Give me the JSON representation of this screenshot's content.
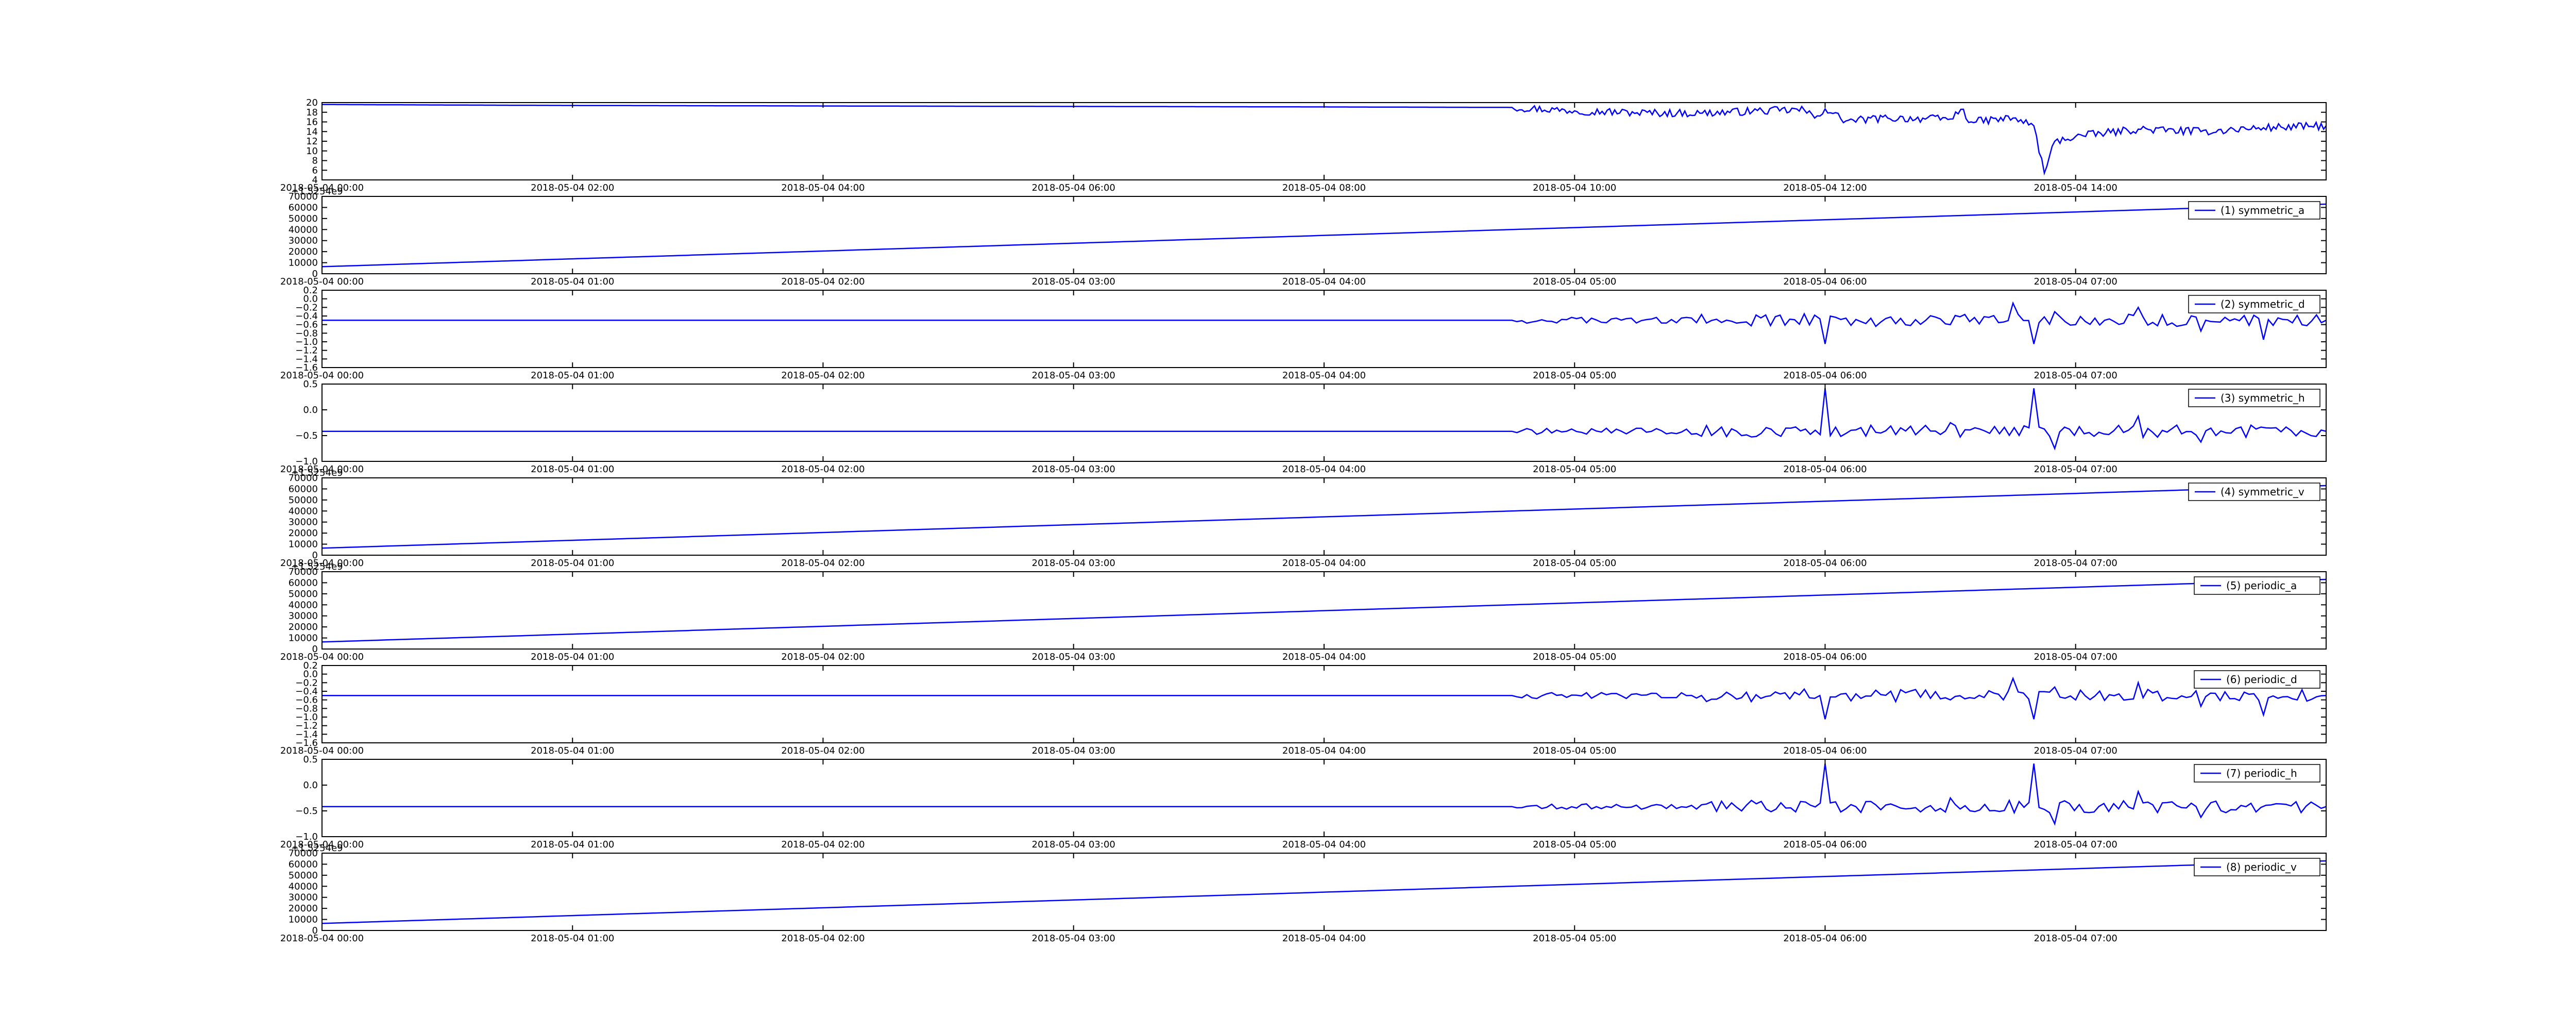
{
  "figure": {
    "line_color": "#0000ff",
    "axis_color": "#000000",
    "background": "#ffffff"
  },
  "chart_data": [
    {
      "type": "line",
      "title": "",
      "xlabel": "",
      "ylabel": "",
      "legend": "",
      "xlim": [
        "2018-05-04 00:00",
        "2018-05-04 16:00"
      ],
      "ylim": [
        4,
        20
      ],
      "x_ticks": [
        "2018-05-04 00:00",
        "2018-05-04 02:00",
        "2018-05-04 04:00",
        "2018-05-04 06:00",
        "2018-05-04 08:00",
        "2018-05-04 10:00",
        "2018-05-04 12:00",
        "2018-05-04 14:00"
      ],
      "y_ticks": [
        "4",
        "6",
        "8",
        "10",
        "12",
        "14",
        "16",
        "18",
        "20"
      ],
      "series": [
        {
          "x": [
            "2018-05-04 00:00",
            "2018-05-04 02:00",
            "2018-05-04 04:00",
            "2018-05-04 06:00",
            "2018-05-04 08:00",
            "2018-05-04 09:30",
            "2018-05-04 10:00",
            "2018-05-04 10:30",
            "2018-05-04 11:00",
            "2018-05-04 11:30",
            "2018-05-04 11:50",
            "2018-05-04 11:55",
            "2018-05-04 12:00",
            "2018-05-04 12:10",
            "2018-05-04 12:30",
            "2018-05-04 13:00",
            "2018-05-04 13:05",
            "2018-05-04 13:10",
            "2018-05-04 13:30",
            "2018-05-04 13:40",
            "2018-05-04 13:45",
            "2018-05-04 13:50",
            "2018-05-04 14:00",
            "2018-05-04 14:30",
            "2018-05-04 15:00",
            "2018-05-04 15:30",
            "2018-05-04 16:00"
          ],
          "values": [
            19.6,
            19.4,
            19.3,
            19.2,
            19.1,
            19.0,
            18.3,
            17.9,
            17.8,
            18.3,
            18.5,
            16.8,
            18.7,
            16.2,
            16.8,
            16.6,
            18.6,
            16.0,
            16.8,
            15.2,
            5.4,
            12.0,
            13.0,
            14.5,
            14.0,
            14.8,
            15.2
          ]
        }
      ]
    },
    {
      "type": "line",
      "title": "",
      "xlabel": "",
      "ylabel": "",
      "offset_label": "+1.5254e9",
      "legend": "(1) symmetric_a",
      "xlim": [
        "2018-05-04 00:00",
        "2018-05-04 08:00"
      ],
      "ylim": [
        0,
        70000
      ],
      "x_ticks": [
        "2018-05-04 00:00",
        "2018-05-04 01:00",
        "2018-05-04 02:00",
        "2018-05-04 03:00",
        "2018-05-04 04:00",
        "2018-05-04 05:00",
        "2018-05-04 06:00",
        "2018-05-04 07:00"
      ],
      "y_ticks": [
        "0",
        "10000",
        "20000",
        "30000",
        "40000",
        "50000",
        "60000",
        "70000"
      ],
      "series": [
        {
          "x": [
            "2018-05-04 00:00",
            "2018-05-04 08:00"
          ],
          "values": [
            6400,
            63000
          ]
        }
      ]
    },
    {
      "type": "line",
      "title": "",
      "xlabel": "",
      "ylabel": "",
      "legend": "(2) symmetric_d",
      "xlim": [
        "2018-05-04 00:00",
        "2018-05-04 08:00"
      ],
      "ylim": [
        -1.6,
        0.2
      ],
      "x_ticks": [
        "2018-05-04 00:00",
        "2018-05-04 01:00",
        "2018-05-04 02:00",
        "2018-05-04 03:00",
        "2018-05-04 04:00",
        "2018-05-04 05:00",
        "2018-05-04 06:00",
        "2018-05-04 07:00"
      ],
      "y_ticks": [
        "−1.6",
        "−1.4",
        "−1.2",
        "−1.0",
        "−0.8",
        "−0.6",
        "−0.4",
        "−0.2",
        "0.0",
        "0.2"
      ],
      "series": [
        {
          "x": [
            "2018-05-04 00:00",
            "2018-05-04 04:45",
            "2018-05-04 05:10",
            "2018-05-04 05:40",
            "2018-05-04 05:55",
            "2018-05-04 06:00",
            "2018-05-04 06:05",
            "2018-05-04 06:30",
            "2018-05-04 06:45",
            "2018-05-04 06:50",
            "2018-05-04 06:55",
            "2018-05-04 07:00",
            "2018-05-04 07:15",
            "2018-05-04 07:30",
            "2018-05-04 07:45",
            "2018-05-04 08:00"
          ],
          "values": [
            -0.5,
            -0.5,
            -0.45,
            -0.55,
            -0.35,
            -1.05,
            -0.45,
            -0.6,
            -0.1,
            -1.05,
            -0.3,
            -0.6,
            -0.2,
            -0.75,
            -0.95,
            -0.5
          ]
        }
      ]
    },
    {
      "type": "line",
      "title": "",
      "xlabel": "",
      "ylabel": "",
      "legend": "(3) symmetric_h",
      "xlim": [
        "2018-05-04 00:00",
        "2018-05-04 08:00"
      ],
      "ylim": [
        -1.2,
        0.6
      ],
      "x_ticks": [
        "2018-05-04 00:00",
        "2018-05-04 01:00",
        "2018-05-04 02:00",
        "2018-05-04 03:00",
        "2018-05-04 04:00",
        "2018-05-04 05:00",
        "2018-05-04 06:00",
        "2018-05-04 07:00"
      ],
      "y_ticks": [
        "−1.0",
        "−0.5",
        "0.0",
        "0.5"
      ],
      "series": [
        {
          "x": [
            "2018-05-04 00:00",
            "2018-05-04 04:45",
            "2018-05-04 05:10",
            "2018-05-04 05:40",
            "2018-05-04 06:00",
            "2018-05-04 06:05",
            "2018-05-04 06:30",
            "2018-05-04 06:50",
            "2018-05-04 06:55",
            "2018-05-04 07:15",
            "2018-05-04 07:30",
            "2018-05-04 08:00"
          ],
          "values": [
            -0.5,
            -0.5,
            -0.45,
            -0.6,
            0.5,
            -0.55,
            -0.3,
            0.5,
            -0.9,
            -0.15,
            -0.75,
            -0.5
          ]
        }
      ]
    },
    {
      "type": "line",
      "title": "",
      "xlabel": "",
      "ylabel": "",
      "offset_label": "+1.5254e9",
      "legend": "(4) symmetric_v",
      "xlim": [
        "2018-05-04 00:00",
        "2018-05-04 08:00"
      ],
      "ylim": [
        0,
        70000
      ],
      "x_ticks": [
        "2018-05-04 00:00",
        "2018-05-04 01:00",
        "2018-05-04 02:00",
        "2018-05-04 03:00",
        "2018-05-04 04:00",
        "2018-05-04 05:00",
        "2018-05-04 06:00",
        "2018-05-04 07:00"
      ],
      "y_ticks": [
        "0",
        "10000",
        "20000",
        "30000",
        "40000",
        "50000",
        "60000",
        "70000"
      ],
      "series": [
        {
          "x": [
            "2018-05-04 00:00",
            "2018-05-04 08:00"
          ],
          "values": [
            6400,
            63000
          ]
        }
      ]
    },
    {
      "type": "line",
      "title": "",
      "xlabel": "",
      "ylabel": "",
      "offset_label": "+1.5254e9",
      "legend": "(5) periodic_a",
      "xlim": [
        "2018-05-04 00:00",
        "2018-05-04 08:00"
      ],
      "ylim": [
        0,
        70000
      ],
      "x_ticks": [
        "2018-05-04 00:00",
        "2018-05-04 01:00",
        "2018-05-04 02:00",
        "2018-05-04 03:00",
        "2018-05-04 04:00",
        "2018-05-04 05:00",
        "2018-05-04 06:00",
        "2018-05-04 07:00"
      ],
      "y_ticks": [
        "0",
        "10000",
        "20000",
        "30000",
        "40000",
        "50000",
        "60000",
        "70000"
      ],
      "series": [
        {
          "x": [
            "2018-05-04 00:00",
            "2018-05-04 08:00"
          ],
          "values": [
            6400,
            63000
          ]
        }
      ]
    },
    {
      "type": "line",
      "title": "",
      "xlabel": "",
      "ylabel": "",
      "legend": "(6) periodic_d",
      "xlim": [
        "2018-05-04 00:00",
        "2018-05-04 08:00"
      ],
      "ylim": [
        -1.6,
        0.2
      ],
      "x_ticks": [
        "2018-05-04 00:00",
        "2018-05-04 01:00",
        "2018-05-04 02:00",
        "2018-05-04 03:00",
        "2018-05-04 04:00",
        "2018-05-04 05:00",
        "2018-05-04 06:00",
        "2018-05-04 07:00"
      ],
      "y_ticks": [
        "−1.6",
        "−1.4",
        "−1.2",
        "−1.0",
        "−0.8",
        "−0.6",
        "−0.4",
        "−0.2",
        "0.0",
        "0.2"
      ],
      "series": [
        {
          "x": [
            "2018-05-04 00:00",
            "2018-05-04 04:45",
            "2018-05-04 05:10",
            "2018-05-04 05:40",
            "2018-05-04 05:55",
            "2018-05-04 06:00",
            "2018-05-04 06:05",
            "2018-05-04 06:30",
            "2018-05-04 06:45",
            "2018-05-04 06:50",
            "2018-05-04 06:55",
            "2018-05-04 07:00",
            "2018-05-04 07:15",
            "2018-05-04 07:30",
            "2018-05-04 07:45",
            "2018-05-04 08:00"
          ],
          "values": [
            -0.5,
            -0.5,
            -0.45,
            -0.55,
            -0.35,
            -1.05,
            -0.45,
            -0.6,
            -0.1,
            -1.05,
            -0.3,
            -0.6,
            -0.2,
            -0.75,
            -0.95,
            -0.5
          ]
        }
      ]
    },
    {
      "type": "line",
      "title": "",
      "xlabel": "",
      "ylabel": "",
      "legend": "(7) periodic_h",
      "xlim": [
        "2018-05-04 00:00",
        "2018-05-04 08:00"
      ],
      "ylim": [
        -1.2,
        0.6
      ],
      "x_ticks": [
        "2018-05-04 00:00",
        "2018-05-04 01:00",
        "2018-05-04 02:00",
        "2018-05-04 03:00",
        "2018-05-04 04:00",
        "2018-05-04 05:00",
        "2018-05-04 06:00",
        "2018-05-04 07:00"
      ],
      "y_ticks": [
        "−1.0",
        "−0.5",
        "0.0",
        "0.5"
      ],
      "series": [
        {
          "x": [
            "2018-05-04 00:00",
            "2018-05-04 04:45",
            "2018-05-04 05:10",
            "2018-05-04 05:40",
            "2018-05-04 06:00",
            "2018-05-04 06:05",
            "2018-05-04 06:30",
            "2018-05-04 06:50",
            "2018-05-04 06:55",
            "2018-05-04 07:15",
            "2018-05-04 07:30",
            "2018-05-04 08:00"
          ],
          "values": [
            -0.5,
            -0.5,
            -0.45,
            -0.6,
            0.5,
            -0.55,
            -0.3,
            0.5,
            -0.9,
            -0.15,
            -0.75,
            -0.5
          ]
        }
      ]
    },
    {
      "type": "line",
      "title": "",
      "xlabel": "",
      "ylabel": "",
      "offset_label": "+1.5254e9",
      "legend": "(8) periodic_v",
      "xlim": [
        "2018-05-04 00:00",
        "2018-05-04 08:00"
      ],
      "ylim": [
        0,
        70000
      ],
      "x_ticks": [
        "2018-05-04 00:00",
        "2018-05-04 01:00",
        "2018-05-04 02:00",
        "2018-05-04 03:00",
        "2018-05-04 04:00",
        "2018-05-04 05:00",
        "2018-05-04 06:00",
        "2018-05-04 07:00"
      ],
      "y_ticks": [
        "0",
        "10000",
        "20000",
        "30000",
        "40000",
        "50000",
        "60000",
        "70000"
      ],
      "series": [
        {
          "x": [
            "2018-05-04 00:00",
            "2018-05-04 08:00"
          ],
          "values": [
            6400,
            63000
          ]
        }
      ]
    }
  ]
}
